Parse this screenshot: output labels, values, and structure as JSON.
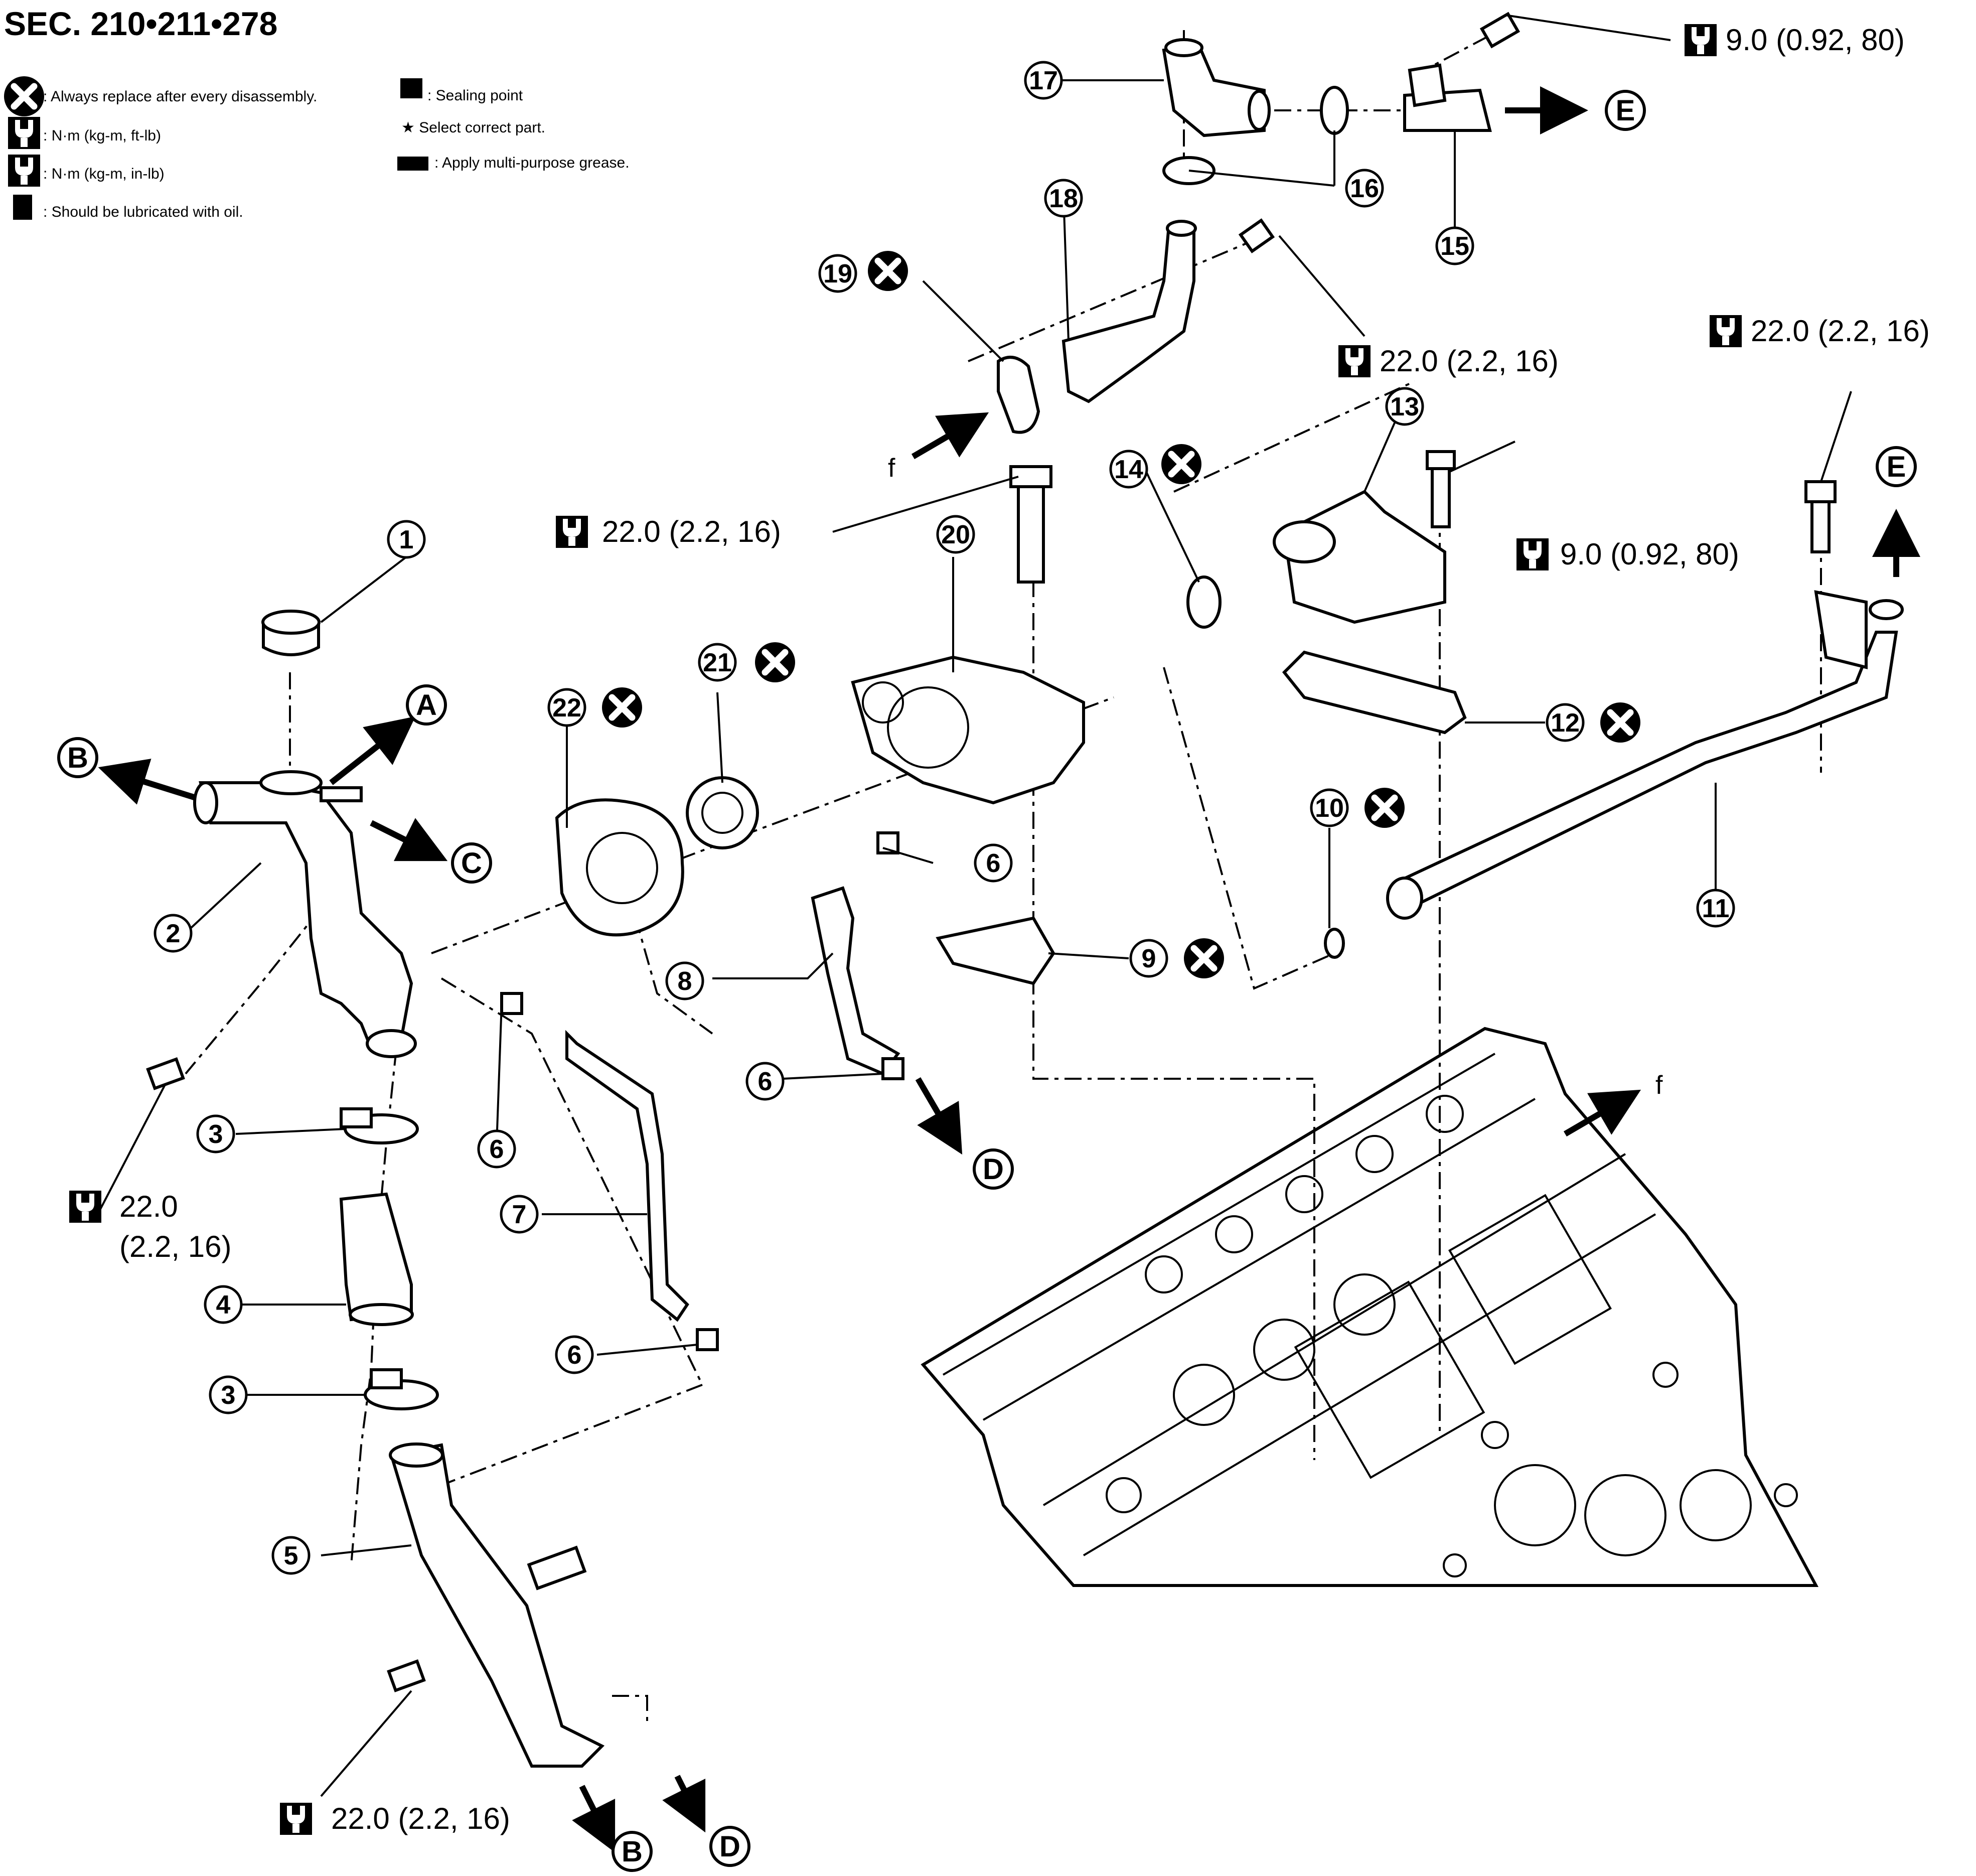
{
  "title": "SEC. 210•211•278",
  "legend": {
    "replace": ": Always replace after every disassembly.",
    "nm_ftlb": ": N·m (kg-m, ft-lb)",
    "nm_inlb": ": N·m (kg-m, in-lb)",
    "lubricate": ": Should be lubricated with oil.",
    "sealing": ": Sealing point",
    "select": "★ Select correct part.",
    "grease": ": Apply multi-purpose grease."
  },
  "torques": {
    "t_top_right": "9.0 (0.92, 80)",
    "t_pipe18": "22.0 (2.2, 16)",
    "t_right": "22.0 (2.2, 16)",
    "t_bolt20": "22.0 (2.2, 16)",
    "t_bolt13": "9.0 (0.92, 80)",
    "t_left_a": "22.0",
    "t_left_b": "(2.2, 16)",
    "t_bottom": "22.0 (2.2, 16)"
  },
  "parts": [
    "1",
    "2",
    "3",
    "3",
    "4",
    "5",
    "6",
    "6",
    "6",
    "6",
    "7",
    "8",
    "9",
    "10",
    "11",
    "12",
    "13",
    "14",
    "15",
    "16",
    "17",
    "18",
    "19",
    "20",
    "21",
    "22"
  ],
  "letters": {
    "A": "A",
    "B": "B",
    "C": "C",
    "D": "D",
    "E": "E"
  },
  "direction_f": "f"
}
